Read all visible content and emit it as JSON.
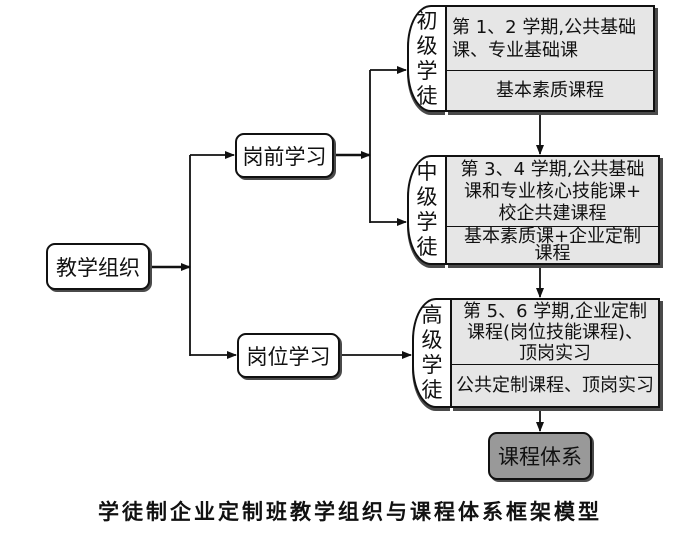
{
  "diagram": {
    "root": {
      "label": "教学组织"
    },
    "branches": [
      {
        "label": "岗前学习"
      },
      {
        "label": "岗位学习"
      }
    ],
    "stages": [
      {
        "level": "初级学徒",
        "semester_courses": [
          "第 1、2 学期,公共基础",
          "课、专业基础课"
        ],
        "basic_courses": [
          "基本素质课程"
        ]
      },
      {
        "level": "中级学徒",
        "semester_courses": [
          "第 3、4 学期,公共基础",
          "课和专业核心技能课+",
          "校企共建课程"
        ],
        "basic_courses": [
          "基本素质课+企业定制",
          "课程"
        ]
      },
      {
        "level": "高级学徒",
        "semester_courses": [
          "第 5、6 学期,企业定制",
          "课程(岗位技能课程)、",
          "顶岗实习"
        ],
        "basic_courses": [
          "公共定制课程、顶岗实习"
        ]
      }
    ],
    "result": {
      "label": "课程体系"
    },
    "caption": "学徒制企业定制班教学组织与课程体系框架模型"
  },
  "colors": {
    "stage_fill": "#e6e6e6",
    "result_fill": "#999999",
    "line": "#111111"
  }
}
